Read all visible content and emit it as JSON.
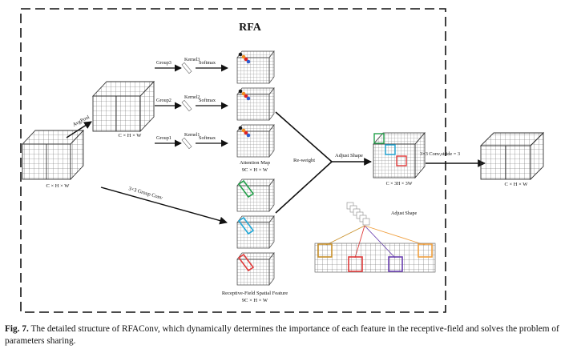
{
  "title": "RFA",
  "labels": {
    "input_dims": "C × H × W",
    "avgpool": "AvgPool",
    "pooled_dims": "C × H × W",
    "group3": "Group3",
    "group2": "Group2",
    "group1": "Group1",
    "kernel3": "Kernel3",
    "kernel2": "Kernel2",
    "kernel1": "Kernel1",
    "softmax": "Softmax",
    "attention_map": "Attention Map",
    "attention_dims": "9C × H × W",
    "group_conv": "3×3 Group Conv",
    "re_weight": "Re-weight",
    "adjust_shape": "Adjust Shape",
    "adjust_shape_2": "Adjust Shape",
    "adjusted_dims": "C × 3H × 3W",
    "conv_stride": "3×3 Conv,stride = 3",
    "output_dims": "C × H × W",
    "rf_feature": "Receptive-Field Spatial Feature",
    "rf_dims": "9C × H × W"
  },
  "caption": {
    "figure_label": "Fig. 7.",
    "text": "The detailed structure of RFAConv, which dynamically determines the importance of each feature in the receptive-field and solves the problem of parameters sharing."
  },
  "colors": {
    "border": "#111111",
    "arrow": "#111111",
    "grid": "#555555",
    "dot_black": "#1a1a1a",
    "dot_orange": "#f28c1e",
    "dot_red": "#e02020",
    "dot_blue": "#2f5fd0",
    "green": "#22a04a",
    "cyan": "#20a8d8",
    "red": "#e03a3a",
    "gold": "#c8902a",
    "purple": "#6a3fb0",
    "orange": "#f0a040"
  }
}
